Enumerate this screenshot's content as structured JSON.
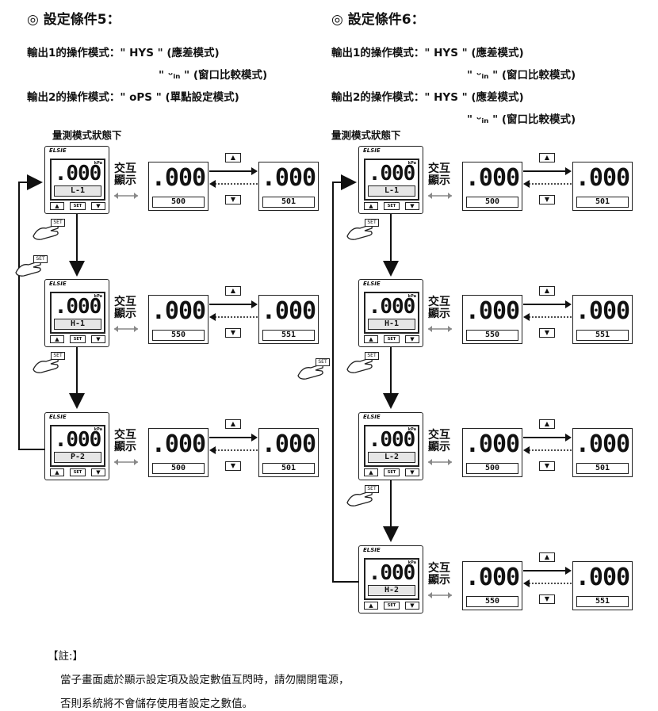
{
  "cond5": {
    "title": "◎ 設定條件5：",
    "line1": "輸出1的操作模式：\" HYS \" (應差模式)",
    "line1b": "\" ᵕᵢₙ \" (窗口比較模式)",
    "line2": "輸出2的操作模式：\" oPS \" (單點設定模式)",
    "subtitle": "量測模式狀態下"
  },
  "cond6": {
    "title": "◎ 設定條件6：",
    "line1": "輸出1的操作模式：\" HYS \" (應差模式)",
    "line1b": "\" ᵕᵢₙ \" (窗口比較模式)",
    "line2": "輸出2的操作模式：\" HYS \" (應差模式)",
    "line2b": "\" ᵕᵢₙ \" (窗口比較模式)",
    "subtitle": "量測模式狀態下"
  },
  "device": {
    "brand": "ELSIE",
    "unit": "kPa",
    "reading": ".000",
    "btn_up": "▲",
    "btn_set": "SET",
    "btn_down": "▼",
    "alt_top": "交互",
    "alt_bottom": "顯示",
    "set_key": "SET"
  },
  "left_rows": [
    {
      "label": "L-1",
      "a": "500",
      "b": "501"
    },
    {
      "label": "H-1",
      "a": "550",
      "b": "551"
    },
    {
      "label": "P-2",
      "a": "500",
      "b": "501"
    }
  ],
  "right_rows": [
    {
      "label": "L-1",
      "a": "500",
      "b": "501"
    },
    {
      "label": "H-1",
      "a": "550",
      "b": "551"
    },
    {
      "label": "L-2",
      "a": "500",
      "b": "501"
    },
    {
      "label": "H-2",
      "a": "550",
      "b": "551"
    }
  ],
  "note": {
    "head": "【註:】",
    "line1": "當子畫面處於顯示設定項及設定數值互閃時，請勿關閉電源，",
    "line2": "否則系統將不會儲存使用者設定之數值。"
  }
}
